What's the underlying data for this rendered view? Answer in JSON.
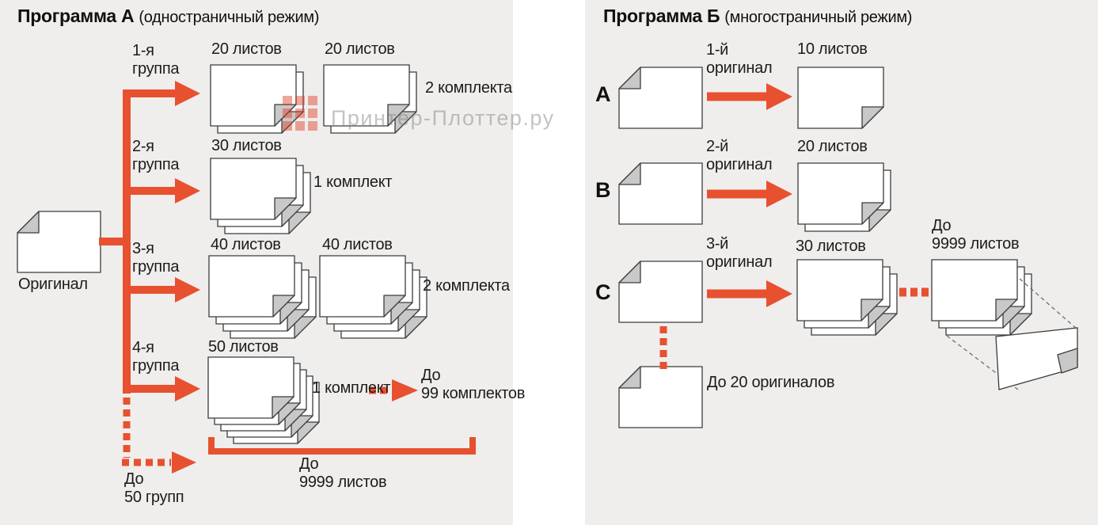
{
  "panel_a": {
    "title": "Программа А",
    "subtitle": "(одностраничный режим)",
    "original_label": "Оригинал",
    "rows": [
      {
        "group": "1-я\nгруппа",
        "stack1": "20 листов",
        "stack2": "20 листов",
        "result": "2 комплекта"
      },
      {
        "group": "2-я\nгруппа",
        "stack1": "30 листов",
        "result": "1 комплект"
      },
      {
        "group": "3-я\nгруппа",
        "stack1": "40 листов",
        "stack2": "40 листов",
        "result": "2 комплекта"
      },
      {
        "group": "4-я\nгруппа",
        "stack1": "50 листов",
        "result": "1 комплект",
        "max": "До\n99 комплектов"
      }
    ],
    "max_groups": "До\n50 групп",
    "max_sheets": "До\n9999 листов"
  },
  "panel_b": {
    "title": "Программа Б",
    "subtitle": "(многостраничный режим)",
    "rows": [
      {
        "letter": "A",
        "original": "1-й\nоригинал",
        "copies": "10 листов"
      },
      {
        "letter": "B",
        "original": "2-й\nоригинал",
        "copies": "20 листов"
      },
      {
        "letter": "C",
        "original": "3-й\nоригинал",
        "copies": "30 листов",
        "max": "До\n9999 листов"
      }
    ],
    "max_originals": "До 20 оригиналов"
  },
  "watermark": {
    "text": "Принтер-Плоттер.ру"
  },
  "colors": {
    "accent": "#e7512f",
    "panel_bg": "#efeeec",
    "fold": "#c8c8c8"
  }
}
